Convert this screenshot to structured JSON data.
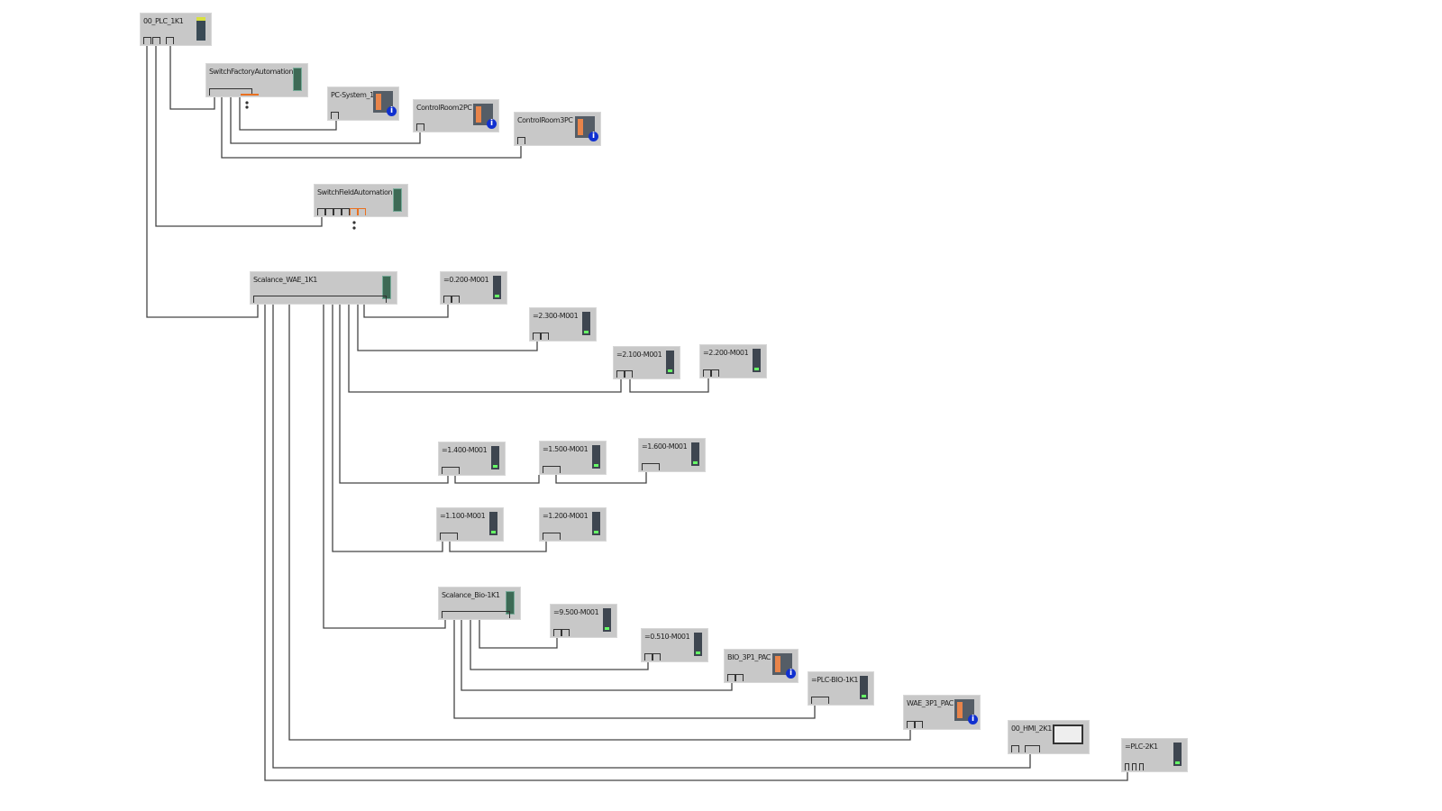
{
  "devices": [
    {
      "name": "00_PLC_1K1",
      "icon": "plc-icon"
    },
    {
      "name": "SwitchFactoryAutomation",
      "icon": "switch-icon"
    },
    {
      "name": "PC-System_1",
      "icon": "pc-station-icon"
    },
    {
      "name": "ControlRoom2PC",
      "icon": "pc-station-icon"
    },
    {
      "name": "ControlRoom3PC",
      "icon": "pc-station-icon"
    },
    {
      "name": "SwitchFieldAutomation",
      "icon": "switch-icon"
    },
    {
      "name": "Scalance_WAE_1K1",
      "icon": "switch-icon"
    },
    {
      "name": "=0.200-M001",
      "icon": "drive-icon"
    },
    {
      "name": "=2.300-M001",
      "icon": "drive-icon"
    },
    {
      "name": "=2.100-M001",
      "icon": "drive-icon"
    },
    {
      "name": "=2.200-M001",
      "icon": "drive-icon"
    },
    {
      "name": "=1.400-M001",
      "icon": "drive-icon"
    },
    {
      "name": "=1.500-M001",
      "icon": "drive-icon"
    },
    {
      "name": "=1.600-M001",
      "icon": "drive-icon"
    },
    {
      "name": "=1.100-M001",
      "icon": "drive-icon"
    },
    {
      "name": "=1.200-M001",
      "icon": "drive-icon"
    },
    {
      "name": "Scalance_Bio-1K1",
      "icon": "switch-icon"
    },
    {
      "name": "=9.500-M001",
      "icon": "drive-icon"
    },
    {
      "name": "=0.510-M001",
      "icon": "drive-icon"
    },
    {
      "name": "BIO_3P1_PAC",
      "icon": "pc-station-icon"
    },
    {
      "name": "=PLC-BIO-1K1",
      "icon": "drive-icon"
    },
    {
      "name": "WAE_3P1_PAC",
      "icon": "pc-station-icon"
    },
    {
      "name": "00_HMI_2K1",
      "icon": "hmi-icon"
    },
    {
      "name": "=PLC-2K1",
      "icon": "drive-icon"
    }
  ],
  "colors": {
    "device_bg": "#c8c8c8",
    "link": "#333333",
    "unconnected_port": "#e87020"
  }
}
